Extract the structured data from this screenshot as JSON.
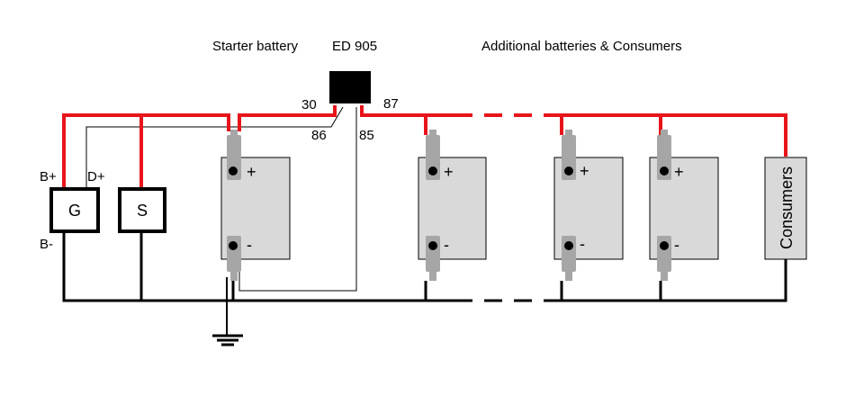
{
  "labels": {
    "starter_battery": "Starter battery",
    "relay_model": "ED 905",
    "additional": "Additional batteries & Consumers",
    "pin_30": "30",
    "pin_87": "87",
    "pin_86": "86",
    "pin_85": "85",
    "b_plus": "B+",
    "d_plus": "D+",
    "b_minus": "B-",
    "generator": "G",
    "starter": "S",
    "plus": "+",
    "minus": "-",
    "consumers": "Consumers"
  },
  "colors": {
    "positive_wire": "#e8141b",
    "negative_wire": "#000000",
    "battery_fill": "#d9d9d9",
    "terminal_fill": "#a6a6a6"
  },
  "icons": {
    "ground": "ground-symbol-icon"
  }
}
